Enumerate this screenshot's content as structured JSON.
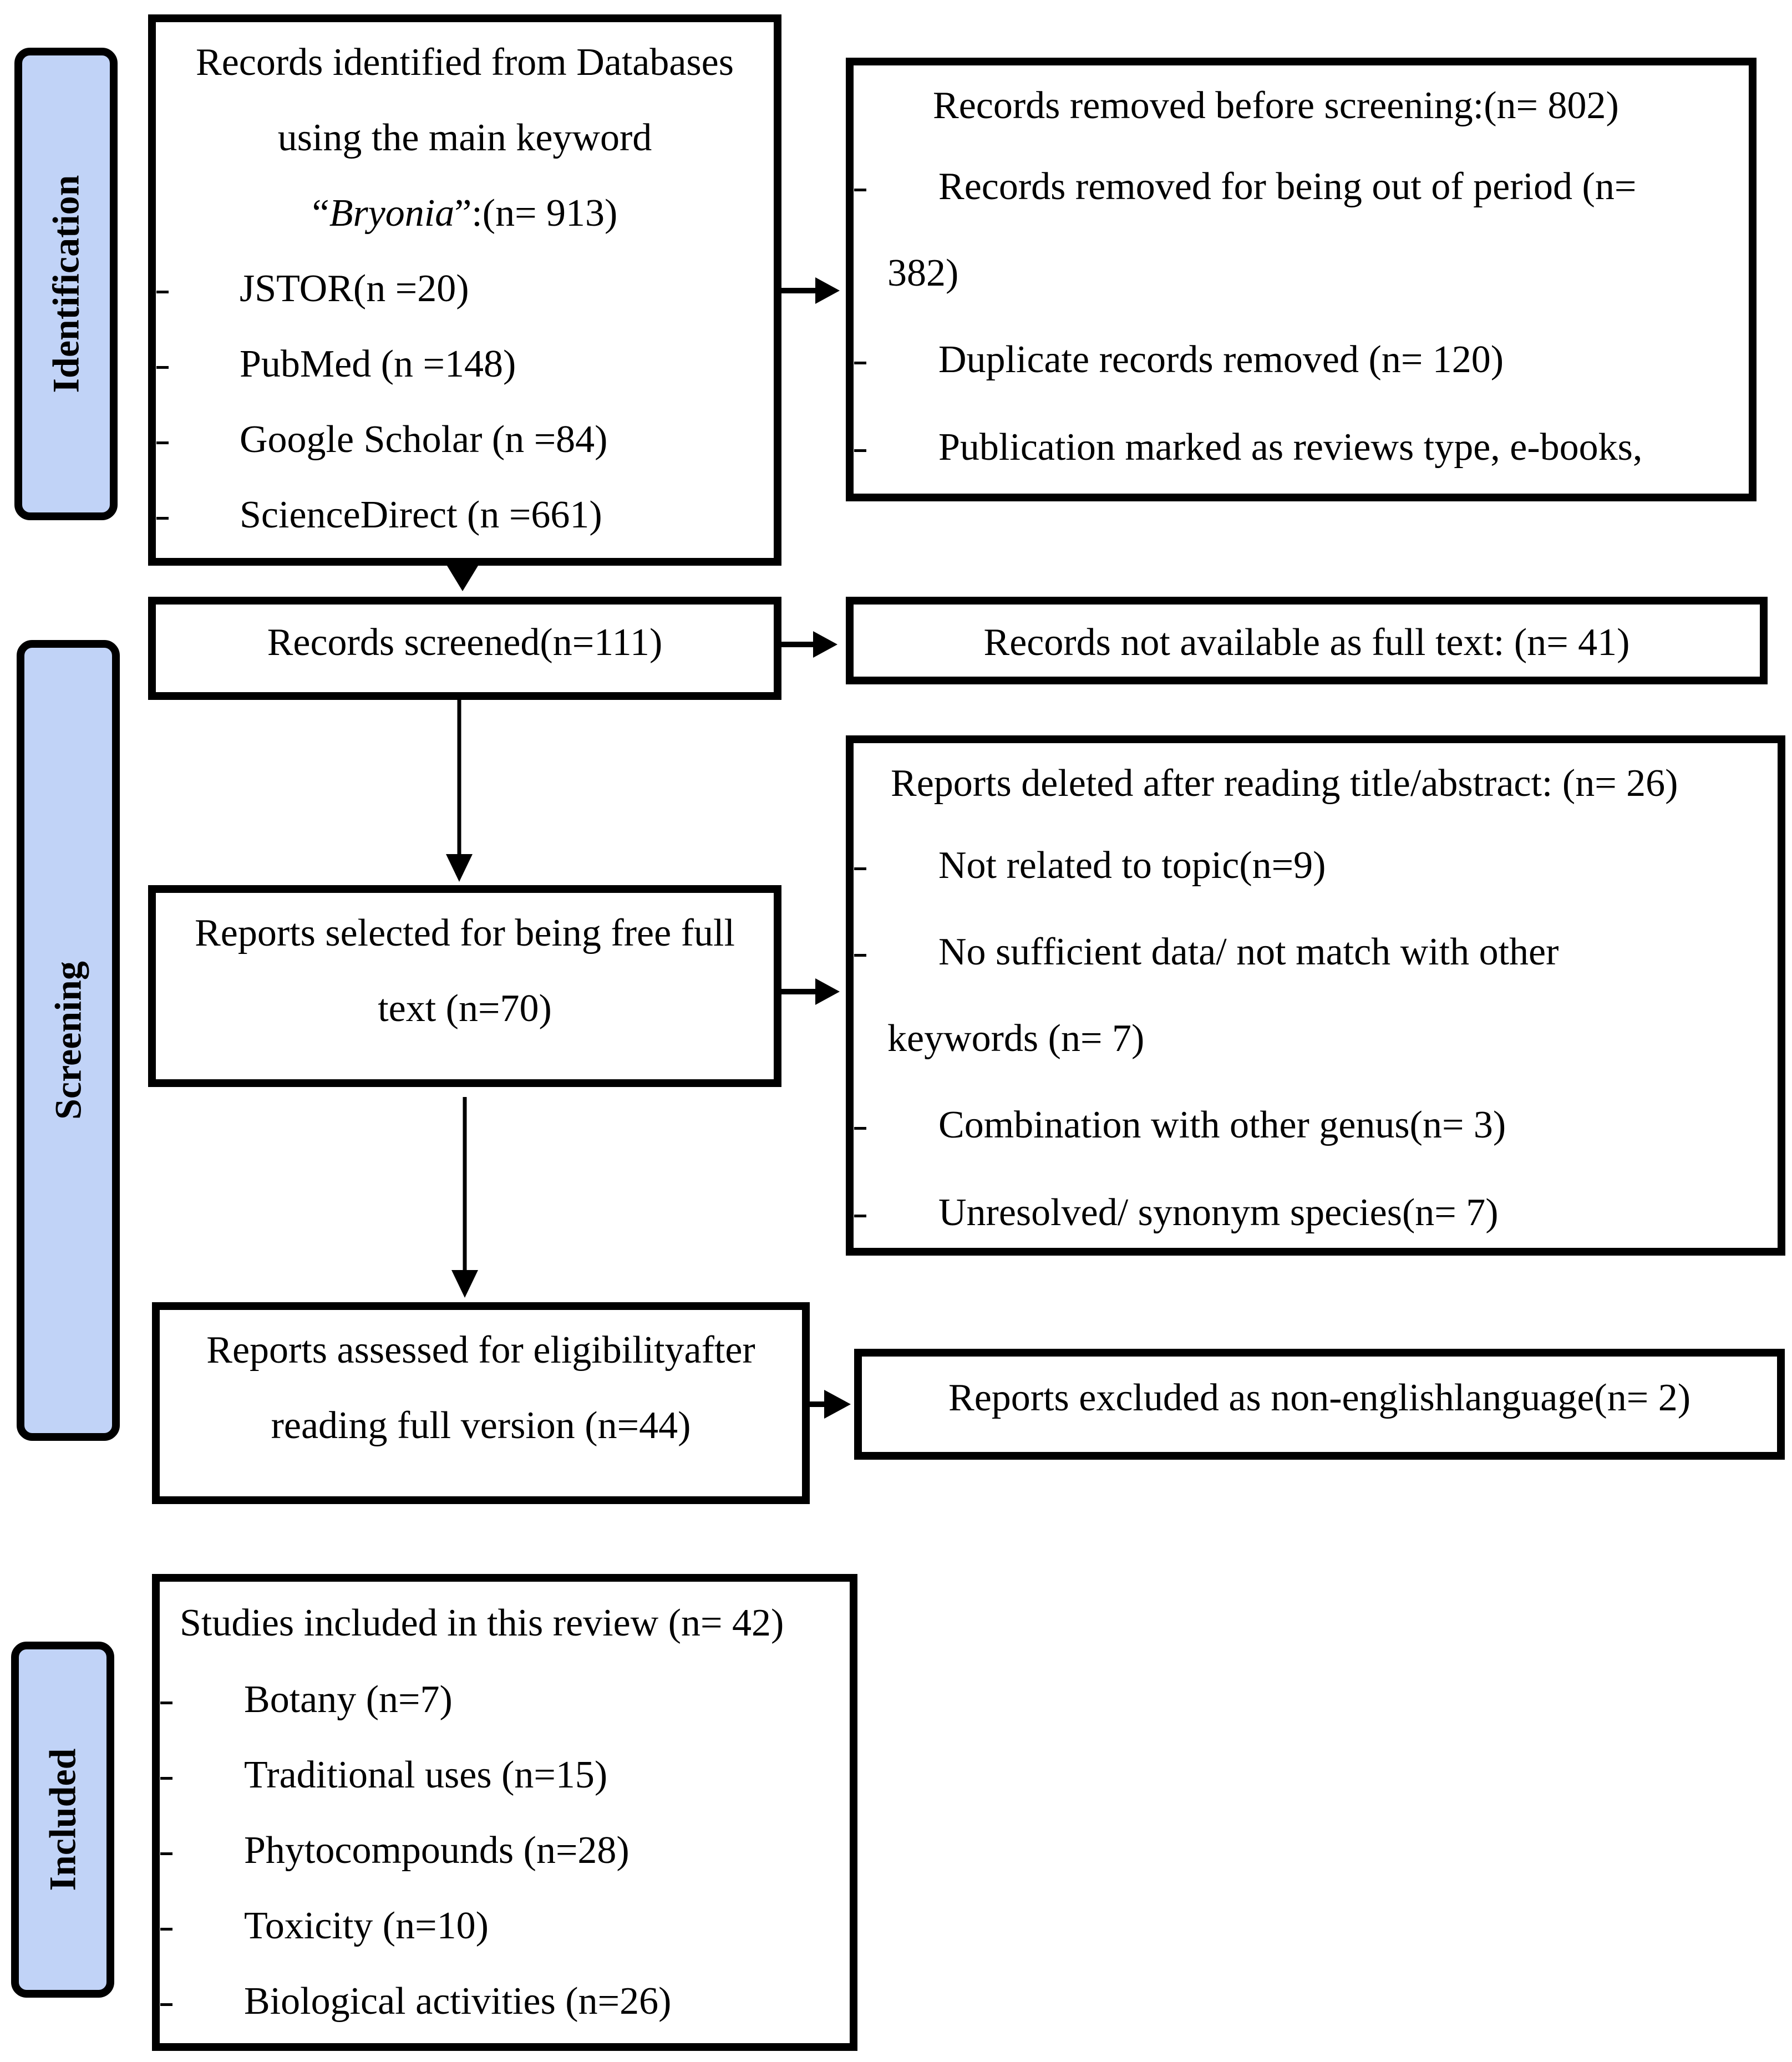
{
  "phases": {
    "identification": "Identification",
    "screening": "Screening",
    "included": "Included"
  },
  "identified": {
    "title_line1": "Records identified from Databases",
    "title_line2": "using the main keyword",
    "keyword_open": "“",
    "keyword": "Bryonia",
    "keyword_close": "”:(n= 913)",
    "sources": [
      "JSTOR(n =20)",
      "PubMed (n =148)",
      "Google Scholar (n =84)",
      "ScienceDirect (n =661)"
    ]
  },
  "removed": {
    "title": "Records removed before screening:(n= 802)",
    "item1_line1": "Records removed for being out of period (n=",
    "item1_line2": "382)",
    "item2": "Duplicate records removed (n= 120)",
    "item3": "Publication marked as reviews type, e-books,"
  },
  "screened": {
    "label": "Records screened(n=111)"
  },
  "not_available": {
    "label": "Records not available as full text: (n= 41)"
  },
  "free_full": {
    "line1": "Reports selected for being free full",
    "line2": "text (n=70)"
  },
  "deleted": {
    "title": "Reports deleted after reading title/abstract: (n= 26)",
    "item1": "Not related to topic(n=9)",
    "item2_line1": "No sufficient data/ not match with other",
    "item2_line2": "keywords (n= 7)",
    "item3": "Combination with other genus(n= 3)",
    "item4": "Unresolved/ synonym species(n= 7)"
  },
  "assessed": {
    "line1": "Reports assessed for eligibilityafter",
    "line2": "reading full version (n=44)"
  },
  "excluded": {
    "label": "Reports excluded as non-englishlanguage(n= 2)"
  },
  "included": {
    "title": "Studies included in this review (n= 42)",
    "items": [
      "Botany (n=7)",
      "Traditional uses (n=15)",
      "Phytocompounds (n=28)",
      "Toxicity (n=10)",
      "Biological activities (n=26)"
    ]
  }
}
